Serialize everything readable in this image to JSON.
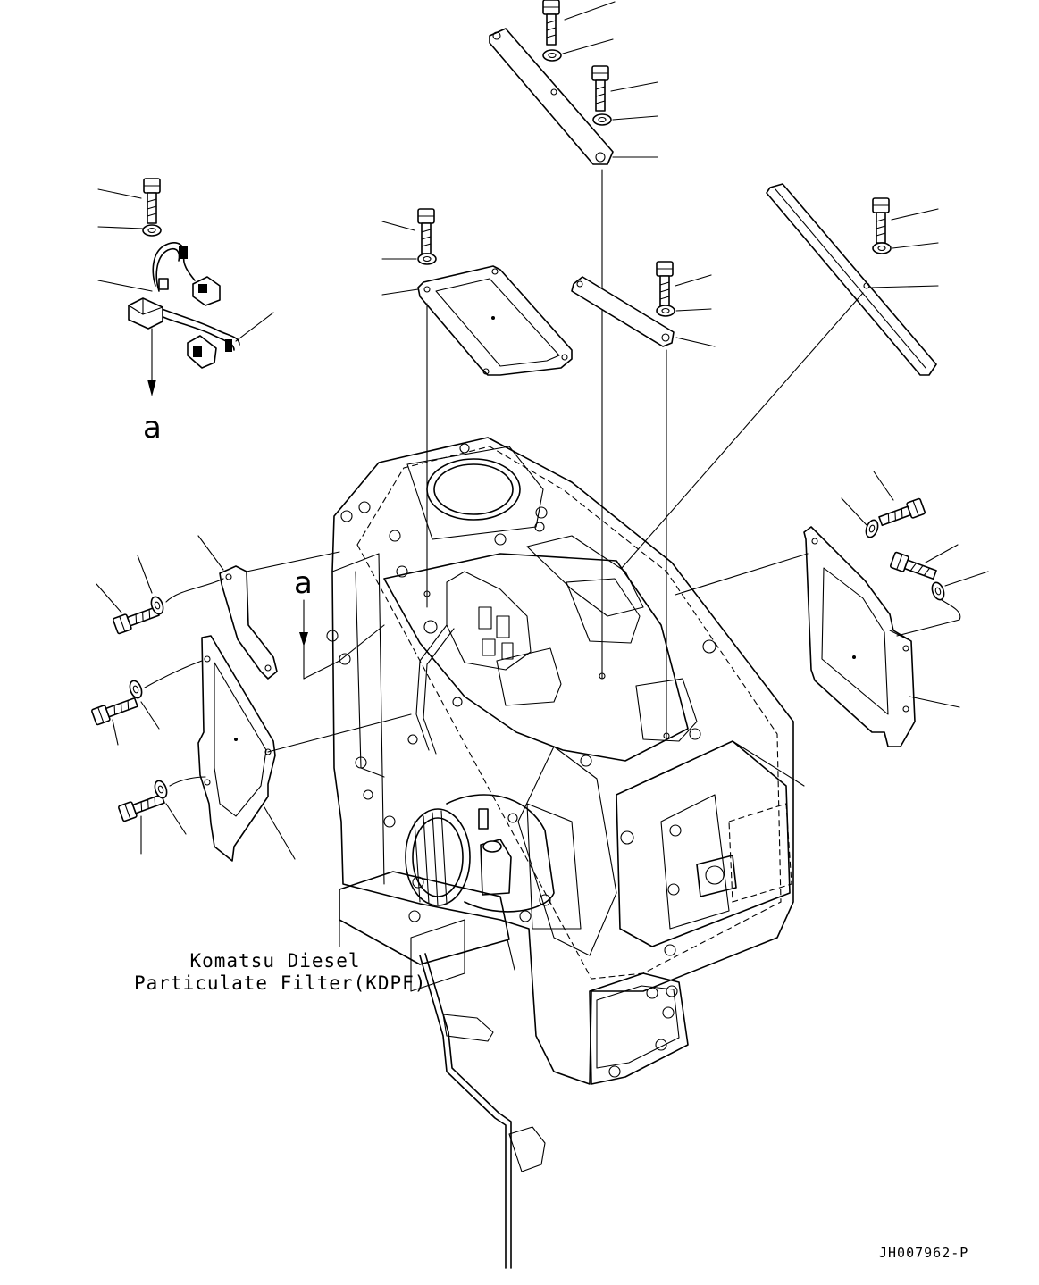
{
  "figure": {
    "label_a_top": "a",
    "label_a_mid": "a",
    "kdpf_line1": "Komatsu Diesel",
    "kdpf_line2": "Particulate Filter(KDPF)",
    "drawing_code": "JH007962-P"
  },
  "colors": {
    "line": "#000000",
    "background": "#ffffff"
  },
  "parts": [
    "bolt-icon",
    "washer-icon",
    "bracket-icon",
    "cover-plate-icon",
    "wire-harness-icon",
    "kdpf-assembly-icon"
  ]
}
